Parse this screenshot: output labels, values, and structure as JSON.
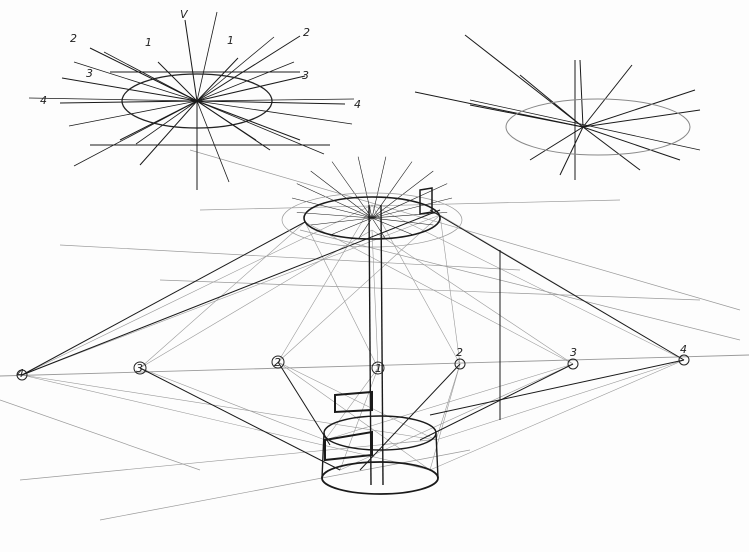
{
  "top_left_compass": {
    "labels": {
      "up": "V",
      "upper_left": "2",
      "upper_right": "2",
      "inner_left": "1",
      "inner_right": "1",
      "mid_left": "3",
      "mid_right": "3",
      "far_right": "4",
      "far_left": "4"
    }
  },
  "horizon": {
    "vanishing_points": [
      {
        "label": "4"
      },
      {
        "label": "3"
      },
      {
        "label": "2"
      },
      {
        "label": "1"
      },
      {
        "label": "2"
      },
      {
        "label": "3"
      },
      {
        "label": "4"
      }
    ]
  },
  "colors": {
    "ink": "#1a1a1a",
    "pencil": "#8a8a8a",
    "paper": "#fdfdfd"
  }
}
